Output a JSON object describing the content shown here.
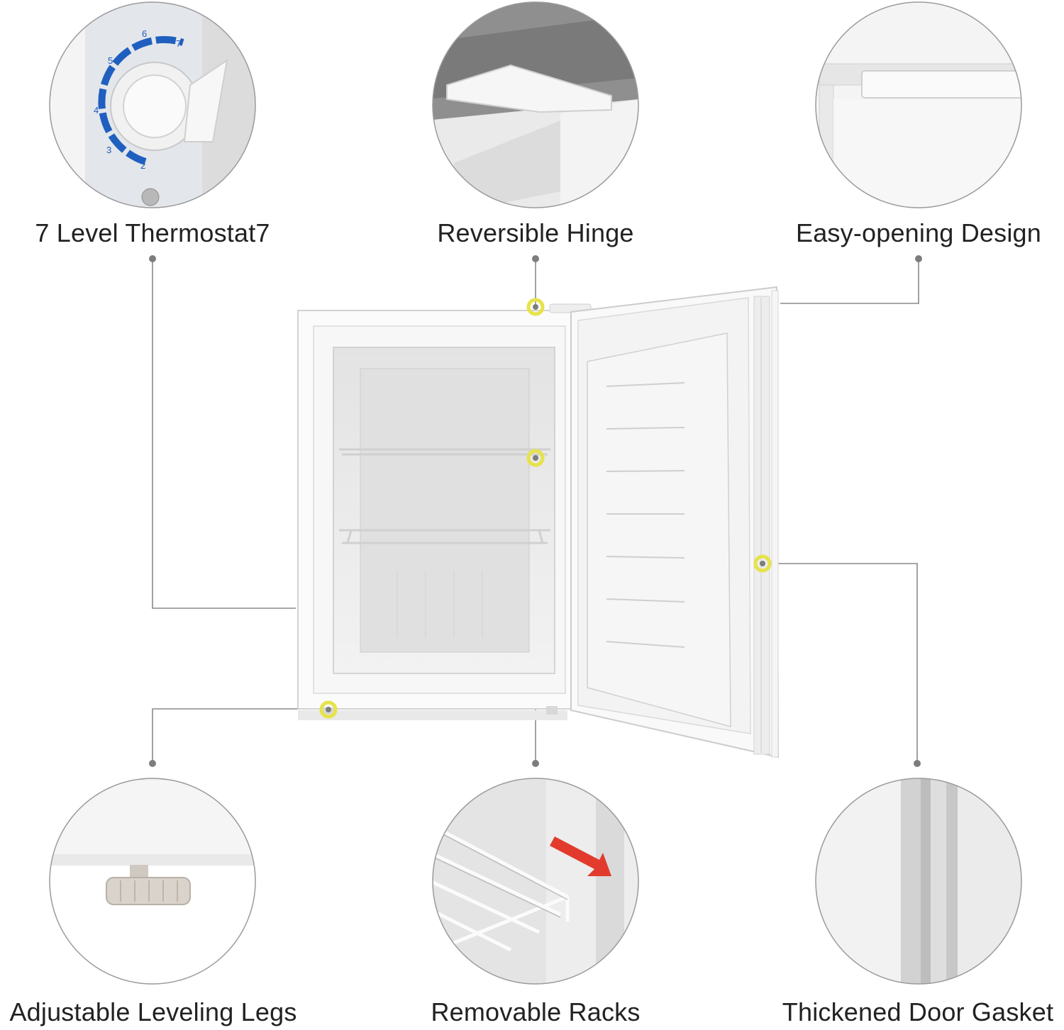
{
  "features": {
    "thermostat": {
      "label": "7 Level Thermostat7",
      "dial_numbers": [
        "2",
        "3",
        "4",
        "5",
        "6",
        "7"
      ]
    },
    "hinge": {
      "label": "Reversible Hinge"
    },
    "handle": {
      "label": "Easy-opening Design"
    },
    "legs": {
      "label": "Adjustable Leveling Legs"
    },
    "racks": {
      "label": "Removable Racks"
    },
    "gasket": {
      "label": "Thickened Door Gasket"
    }
  },
  "colors": {
    "connector_line": "#8a8a8a",
    "marker_ring": "#e6e34a",
    "dial_scale": "#1f5fbf",
    "arrow": "#e23b2e",
    "circle_border": "#9a9a9a"
  }
}
